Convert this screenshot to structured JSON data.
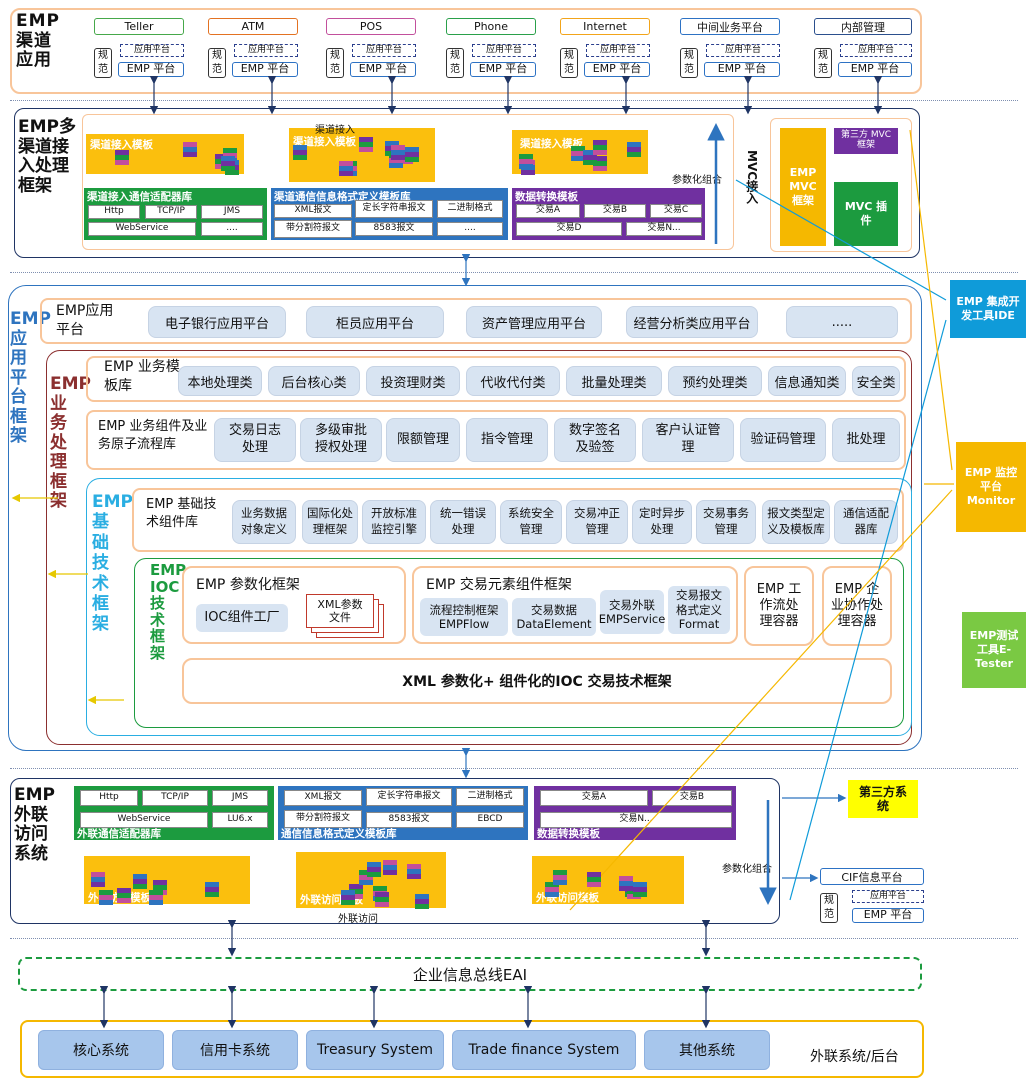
{
  "channels": {
    "title": "EMP渠道应用",
    "gui_label": "规范",
    "app_label": "应用平台",
    "platform_label": "EMP 平台",
    "items": [
      {
        "name": "Teller",
        "color": "#46a84a"
      },
      {
        "name": "ATM",
        "color": "#e37222"
      },
      {
        "name": "POS",
        "color": "#c24f9c"
      },
      {
        "name": "Phone",
        "color": "#2aa04a"
      },
      {
        "name": "Internet",
        "color": "#f2a41a"
      },
      {
        "name": "中间业务平台",
        "color": "#2d72c4"
      },
      {
        "name": "内部管理",
        "color": "#2b4f8d"
      }
    ]
  },
  "access": {
    "title": "EMP多渠道接入处理框架",
    "tpl_left": "渠道接入模板",
    "tpl_mid": "渠道接入模板",
    "tpl_right": "渠道接入模板",
    "arrow_label": "渠道接入",
    "param_label": "参数化组合",
    "adapter": {
      "title": "渠道接入通信适配器库",
      "items": [
        "Http",
        "TCP/IP",
        "JMS",
        "WebService",
        "...."
      ]
    },
    "format": {
      "title": "渠道通信信息格式定义模板库",
      "items": [
        "XML报文",
        "定长字符串报文",
        "二进制格式",
        "带分割符报文",
        "8583报文",
        "...."
      ]
    },
    "convert": {
      "title": "数据转换模板",
      "items": [
        "交易A",
        "交易B",
        "交易C",
        "交易D",
        "交易N..."
      ]
    },
    "mvc_label": "MVC接入",
    "emp_mvc": "EMP MVC 框架",
    "third_mvc": "第三方 MVC 框架",
    "mvc_plugin": "MVC 插件"
  },
  "app": {
    "title": "EMP 应用平台框架",
    "platform_label": "EMP应用平台",
    "platforms": [
      "电子银行应用平台",
      "柜员应用平台",
      "资产管理应用平台",
      "经营分析类应用平台",
      "....."
    ],
    "biz_title": "EMP业务处理框架",
    "tpl_label": "EMP 业务模板库",
    "templates": [
      "本地处理类",
      "后台核心类",
      "投资理财类",
      "代收代付类",
      "批量处理类",
      "预约处理类",
      "信息通知类",
      "安全类"
    ],
    "comp_label": "EMP 业务组件及业务原子流程库",
    "components": [
      "交易日志处理",
      "多级审批授权处理",
      "限额管理",
      "指令管理",
      "数字签名及验签",
      "客户认证管理",
      "验证码管理",
      "批处理"
    ],
    "base_title": "EMP基础技术框架",
    "base_label": "EMP 基础技术组件库",
    "base_items": [
      "业务数据对象定义",
      "国际化处理框架",
      "开放标准监控引擎",
      "统一错误处理",
      "系统安全管理",
      "交易冲正管理",
      "定时异步处理",
      "交易事务管理",
      "报文类型定义及模板库",
      "通信适配器库"
    ],
    "ioc_title": "EMP IOC技术框架",
    "param_frame": "EMP 参数化框架",
    "ioc_factory": "IOC组件工厂",
    "xml_file": "XML参数文件",
    "element_frame": "EMP 交易元素组件框架",
    "elements": [
      "流程控制框架 EMPFlow",
      "交易数据 DataElement",
      "交易外联 EMPService",
      "交易报文格式定义 Format"
    ],
    "workflow": "EMP 工作流处理容器",
    "cowork": "EMP 企业协作处理容器",
    "xml_bar": "XML 参数化+ 组件化的IOC 交易技术框架"
  },
  "external": {
    "title": "EMP 外联访问系统",
    "adapter": {
      "title": "外联通信适配器库",
      "items": [
        "Http",
        "TCP/IP",
        "JMS",
        "WebService",
        "LU6.x"
      ]
    },
    "format": {
      "title": "通信信息格式定义模板库",
      "items": [
        "XML报文",
        "定长字符串报文",
        "二进制格式",
        "带分割符报文",
        "8583报文",
        "EBCD"
      ]
    },
    "convert": {
      "title": "数据转换模板",
      "items": [
        "交易A",
        "交易B",
        "交易N..."
      ]
    },
    "tpl": "外联访问模板",
    "arrow_label": "外联访问",
    "param_label": "参数化组合",
    "third_party": "第三方系统",
    "cif": "CIF信息平台",
    "gui_label": "规范",
    "app_label": "应用平台",
    "platform_label": "EMP 平台"
  },
  "bus": "企业信息总线EAI",
  "backend": {
    "items": [
      "核心系统",
      "信用卡系统",
      "Treasury System",
      "Trade finance System",
      "其他系统"
    ],
    "label": "外联系统/后台"
  },
  "tools": {
    "ide": "EMP 集成开发工具IDE",
    "monitor": "EMP 监控平台 Monitor",
    "tester": "EMP测试工具E-Tester"
  },
  "colors": {
    "orange": "#f8c59a",
    "navy": "#1f3464",
    "green": "#1c9b3f",
    "blue": "#2e74bf",
    "purple": "#7030a0",
    "gold": "#fbbf0d",
    "ide": "#0f9bd9",
    "monitor": "#f5b800",
    "tester": "#7ac943",
    "maroon": "#8b2f2f",
    "cyan": "#2aaee2"
  }
}
